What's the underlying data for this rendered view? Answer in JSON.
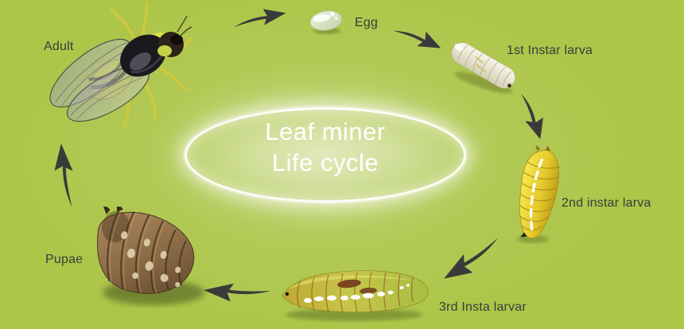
{
  "title": {
    "line1": "Leaf miner",
    "line2": "Life cycle"
  },
  "stages": [
    {
      "name": "adult",
      "label": "Adult"
    },
    {
      "name": "egg",
      "label": "Egg"
    },
    {
      "name": "first-instar-larva",
      "label": "1st Instar larva"
    },
    {
      "name": "second-instar-larva",
      "label": "2nd instar larva"
    },
    {
      "name": "third-instar-larva",
      "label": "3rd Insta larvar"
    },
    {
      "name": "pupae",
      "label": "Pupae"
    }
  ],
  "cycle_arrows": [
    {
      "from": "adult",
      "to": "egg"
    },
    {
      "from": "egg",
      "to": "first-instar-larva"
    },
    {
      "from": "first-instar-larva",
      "to": "second-instar-larva"
    },
    {
      "from": "second-instar-larva",
      "to": "third-instar-larva"
    },
    {
      "from": "third-instar-larva",
      "to": "pupae"
    },
    {
      "from": "pupae",
      "to": "adult"
    }
  ],
  "colors": {
    "background": "#adc64a",
    "ring": "#ffffff",
    "title_text": "#ffffff",
    "label_text": "#3b3b3b",
    "arrow": "#3a3a3a",
    "egg": "#dde6cc",
    "first_larva": "#efeadb",
    "second_larva": "#ecd72f",
    "third_larva": "#bcbf3e",
    "pupae": "#8a6a45",
    "fly_body": "#d8dd4a"
  }
}
